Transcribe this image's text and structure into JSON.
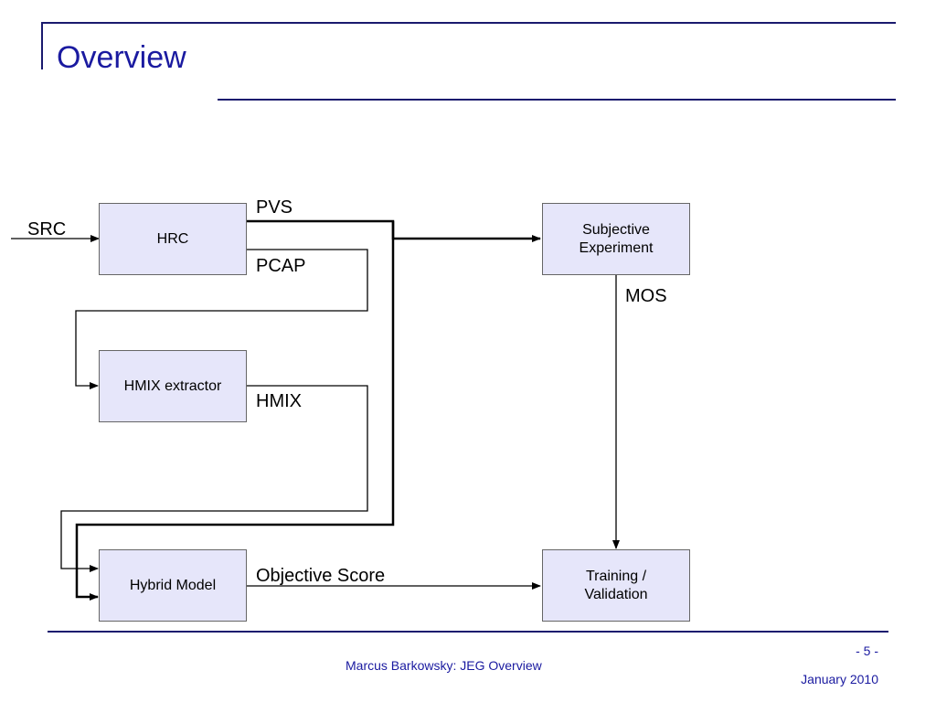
{
  "slide": {
    "title": "Overview"
  },
  "diagram": {
    "nodes": {
      "hrc": "HRC",
      "subjective": "Subjective\nExperiment",
      "hmix_extractor": "HMIX extractor",
      "hybrid_model": "Hybrid Model",
      "training": "Training /\nValidation"
    },
    "edges": {
      "src": "SRC",
      "pvs": "PVS",
      "pcap": "PCAP",
      "hmix": "HMIX",
      "mos": "MOS",
      "objective_score": "Objective Score"
    }
  },
  "footer": {
    "center": "Marcus Barkowsky: JEG Overview",
    "page": "- 5 -",
    "date": "January 2010"
  },
  "colors": {
    "accent": "#1a1aa0",
    "rule": "#1a1a6e",
    "node_fill": "#e6e6fa"
  }
}
